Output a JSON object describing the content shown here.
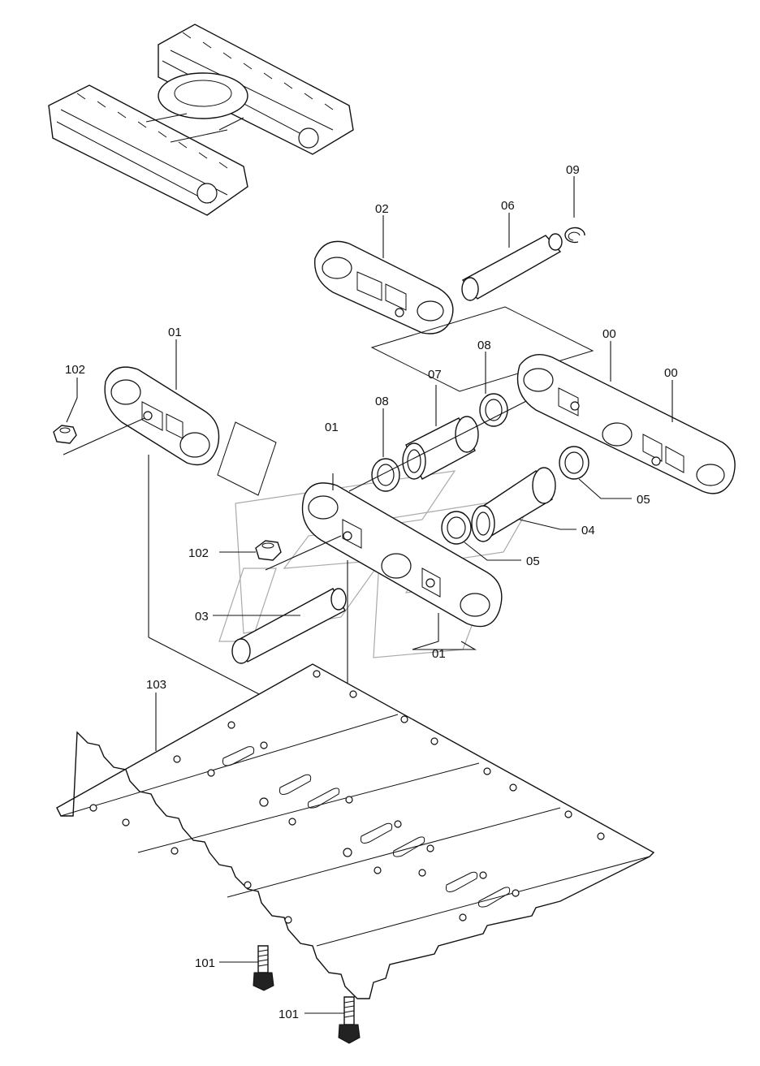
{
  "labels": {
    "l09": "09",
    "l06": "06",
    "l02": "02",
    "l01a": "01",
    "l102a": "102",
    "l08a": "08",
    "l07": "07",
    "l08b": "08",
    "l00a": "00",
    "l00b": "00",
    "l01b": "01",
    "l05a": "05",
    "l04": "04",
    "l102b": "102",
    "l05b": "05",
    "l03": "03",
    "l01c": "01",
    "l103": "103",
    "l101a": "101",
    "l101b": "101"
  }
}
